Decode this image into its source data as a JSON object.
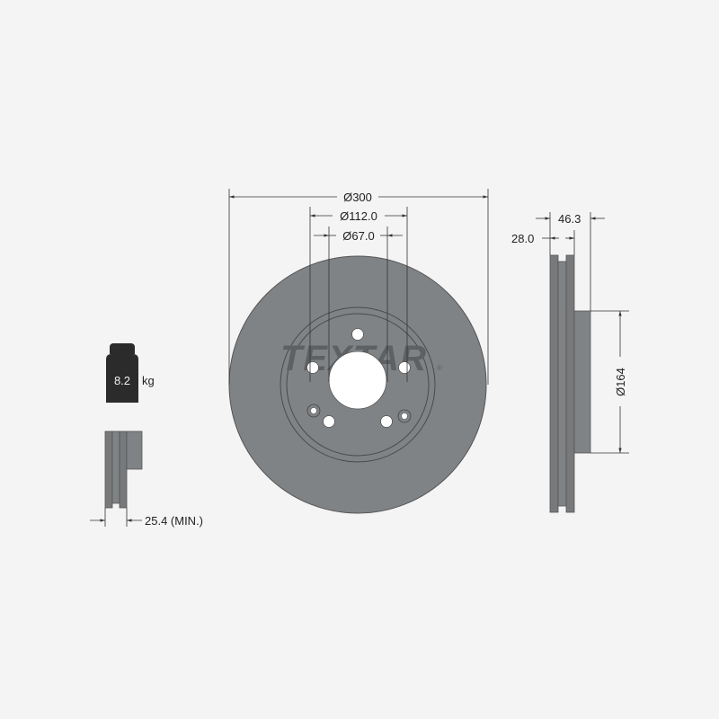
{
  "product": {
    "brand": "TEXTAR",
    "trademark": "®"
  },
  "colors": {
    "background": "#f4f4f4",
    "disc_fill": "#808385",
    "disc_dark": "#6d7072",
    "line": "#333333",
    "hole_fill": "#ffffff",
    "weight_icon": "#2b2b2b"
  },
  "dimensions": {
    "outer_diameter": "Ø300",
    "bolt_circle": "Ø112.0",
    "center_bore": "Ø67.0",
    "total_height": "46.3",
    "thickness": "28.0",
    "hat_diameter": "Ø164",
    "min_thickness": "25.4 (MIN.)"
  },
  "weight": {
    "value": "8.2",
    "unit": "kg"
  }
}
